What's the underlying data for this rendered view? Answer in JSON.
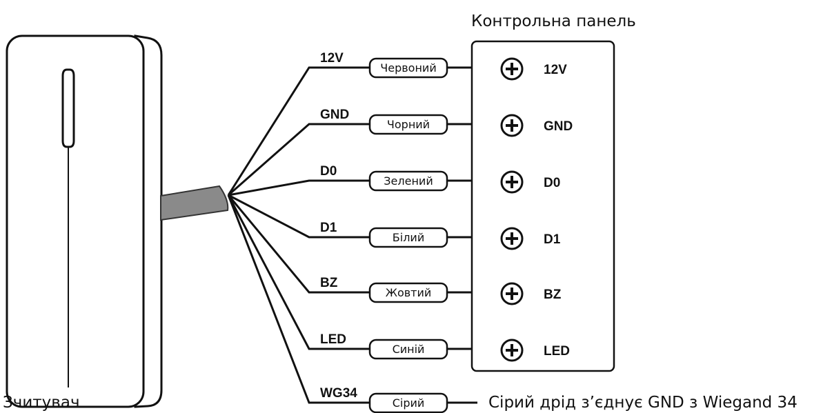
{
  "reader_label": "Зчитувач",
  "panel_title": "Контрольна панель",
  "note": "Сірий дрід з’єднує GND з Wiegand 34",
  "wires": [
    {
      "signal": "12V",
      "color_name": "Червоний",
      "terminal": "12V"
    },
    {
      "signal": "GND",
      "color_name": "Чорний",
      "terminal": "GND"
    },
    {
      "signal": "D0",
      "color_name": "Зелений",
      "terminal": "D0"
    },
    {
      "signal": "D1",
      "color_name": "Білий",
      "terminal": "D1"
    },
    {
      "signal": "BZ",
      "color_name": "Жовтий",
      "terminal": "BZ"
    },
    {
      "signal": "LED",
      "color_name": "Синій",
      "terminal": "LED"
    },
    {
      "signal": "WG34",
      "color_name": "Сірий",
      "terminal": ""
    }
  ],
  "colors": {
    "line": "#111111",
    "cable": "#8a8a8a",
    "background": "#ffffff"
  },
  "icons": {
    "terminal": "plus-circle-icon",
    "reader_led": "led-slot-icon"
  }
}
